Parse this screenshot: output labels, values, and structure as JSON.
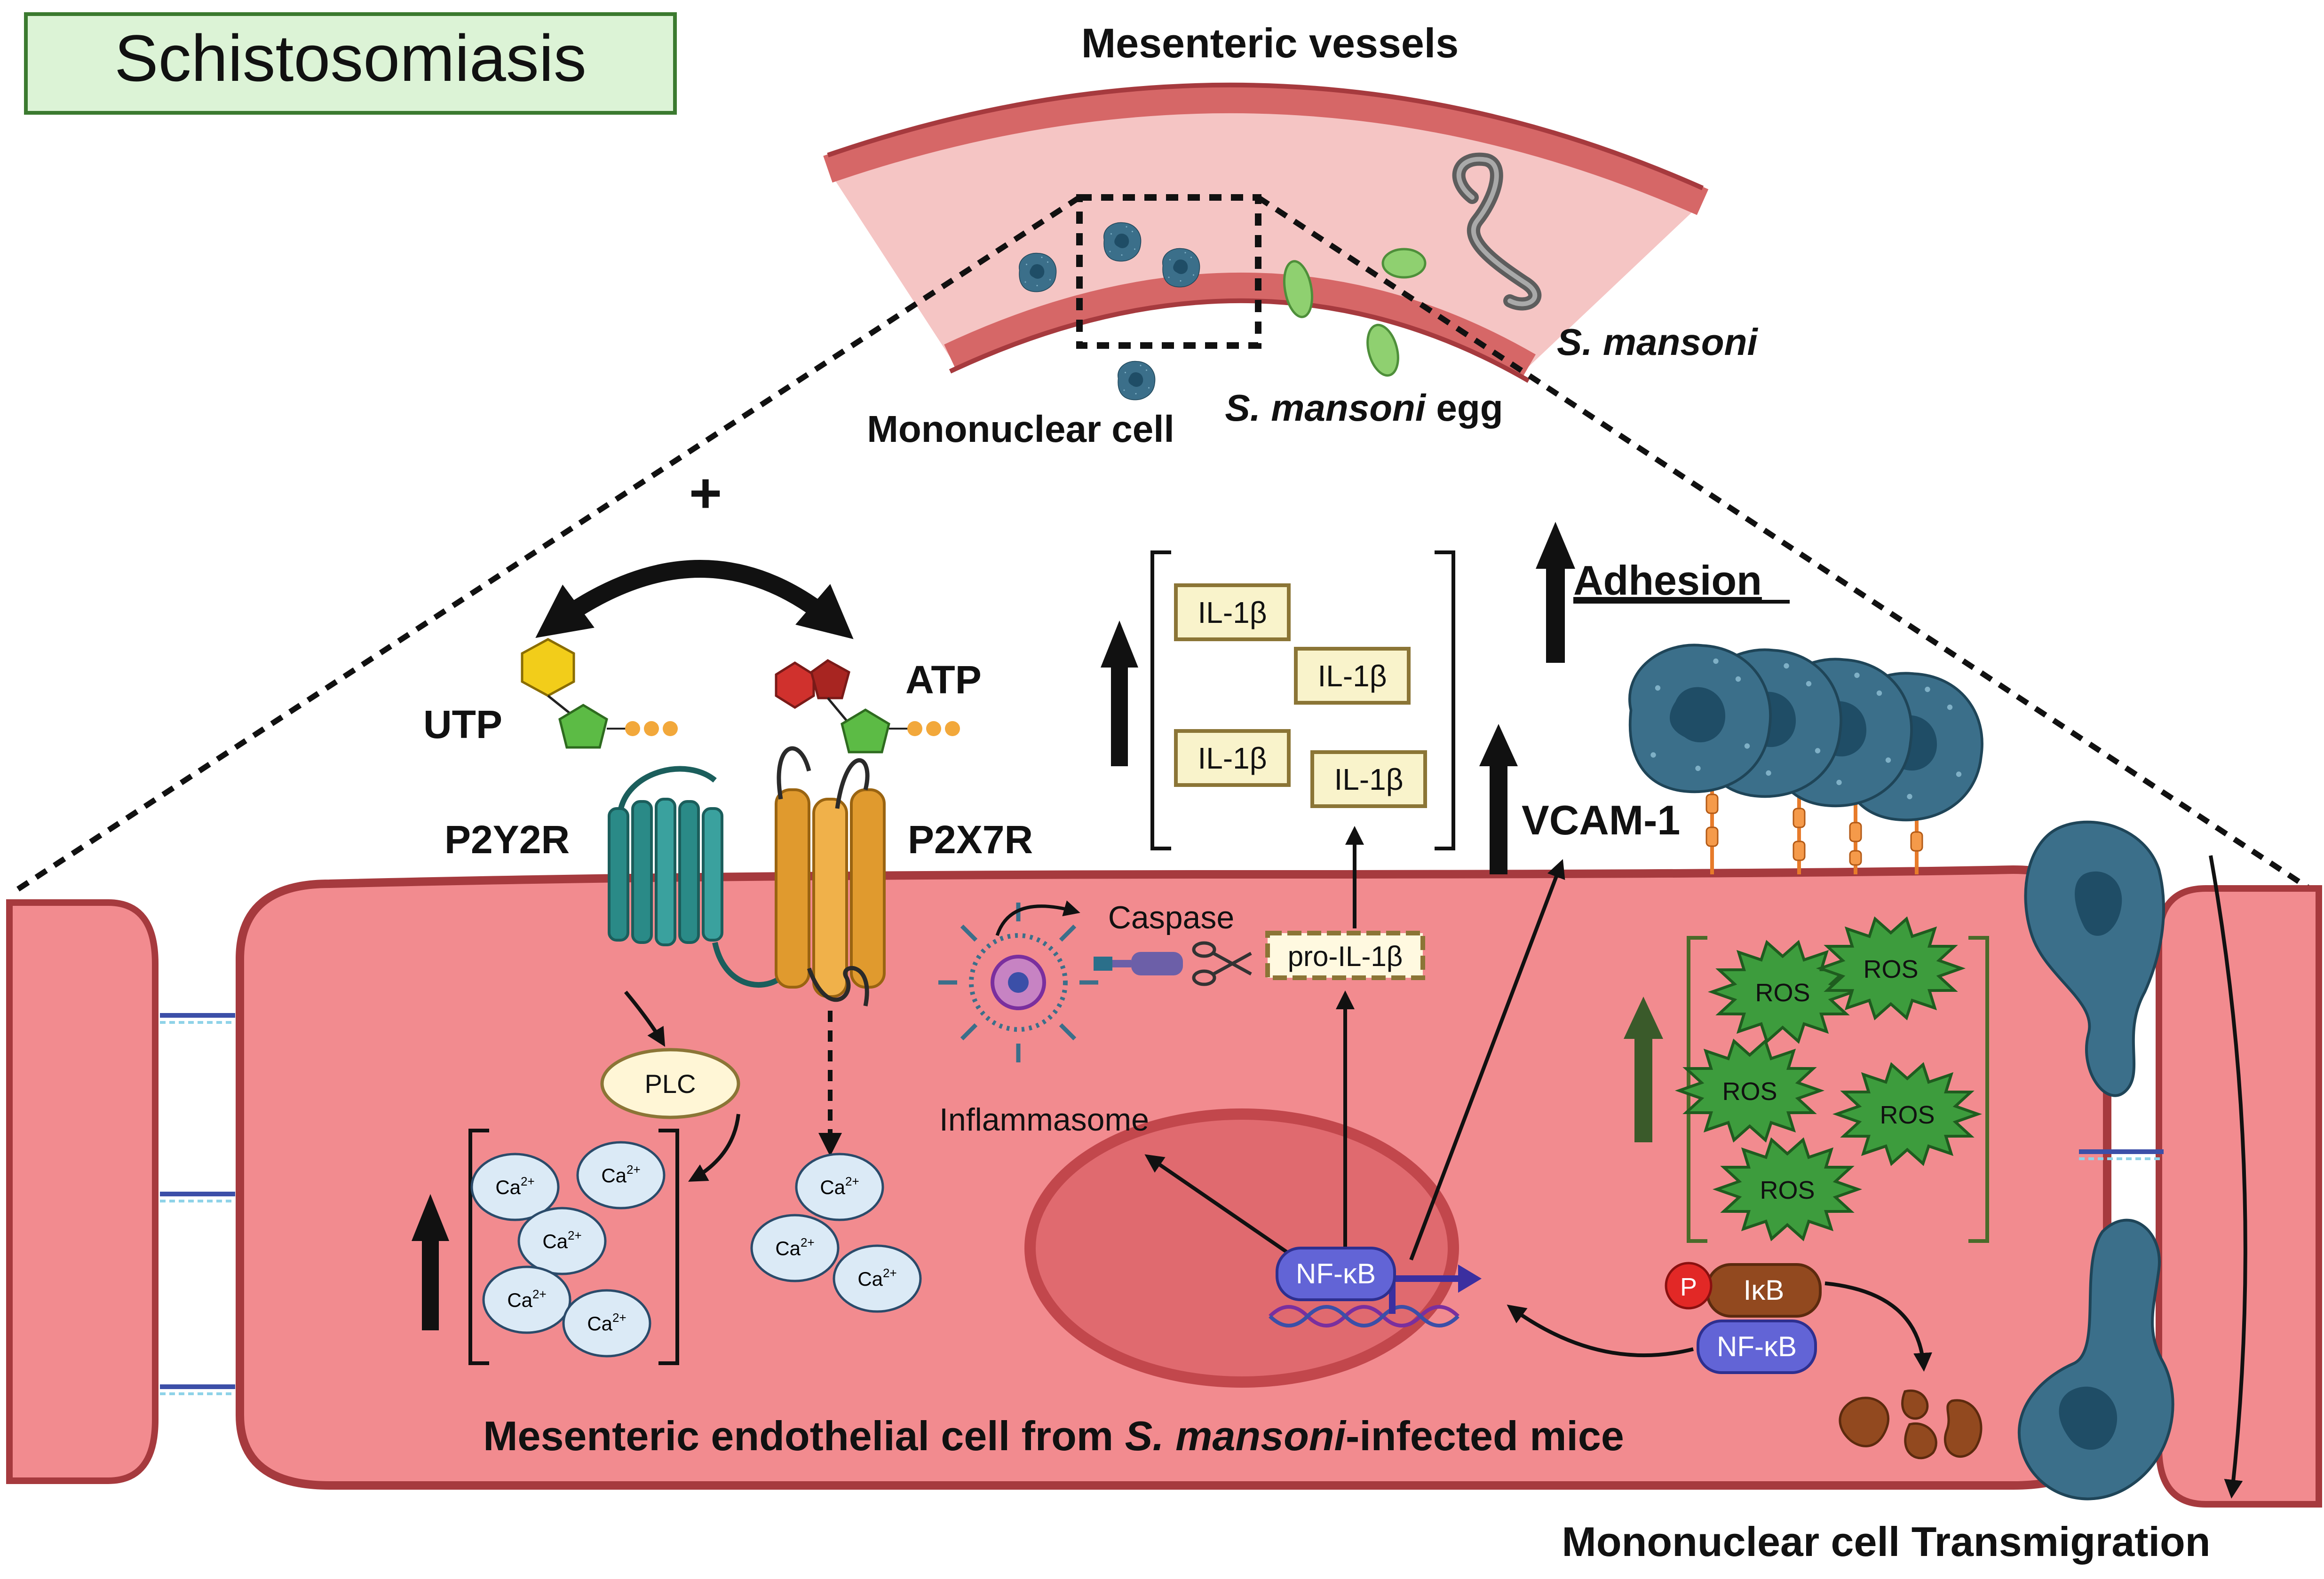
{
  "title": "Schistosomiasis",
  "labels": {
    "vessels": "Mesenteric vessels",
    "s_mansoni": "S. mansoni",
    "mononuclear_cell": "Mononuclear cell",
    "egg_italic": "S. mansoni",
    "egg_rest": " egg",
    "utp": "UTP",
    "atp": "ATP",
    "p2y2r": "P2Y2R",
    "p2x7r": "P2X7R",
    "plus": "+",
    "adhesion": "Adhesion",
    "vcam1": "VCAM-1",
    "il1b": "IL-1β",
    "pro_il1b": "pro-IL-1β",
    "caspase": "Caspase",
    "inflammasome": "Inflammasome",
    "plc": "PLC",
    "ca_base": "Ca",
    "ca_sup": "2+",
    "ros": "ROS",
    "nfkb": "NF-κB",
    "ikb": "IκB",
    "p": "P",
    "cell_pre": "Mesenteric endothelial cell from ",
    "cell_italic": "S. mansoni",
    "cell_post": "-infected mice",
    "transmigration": "Mononuclear cell Transmigration"
  },
  "colors": {
    "title_bg": "#dcf3d6",
    "title_border": "#3b7a2f",
    "cell_fill": "#f28b8f",
    "cell_border": "#a63a3e",
    "nucleus_fill": "#e06a6f",
    "vessel_lumen": "#f5c5c4",
    "vessel_wall": "#d66767",
    "p2y2r": "#2a8a87",
    "p2x7r": "#e09a2e",
    "utp_hex": "#f2cd1a",
    "atp_red": "#d0312d",
    "ribose": "#5cbb45",
    "phosphate": "#f2a83b",
    "il_box_fill": "#f9f3cb",
    "il_box_border": "#8b7536",
    "ca_fill": "#dbeaf6",
    "ca_border": "#2b4b6a",
    "ros_fill": "#3d9c3d",
    "ros_border": "#1f5c1f",
    "nfkb_fill": "#6264d6",
    "ikb_fill": "#92491f",
    "phospho_red": "#e22826",
    "mono_cell": "#3b6f8a",
    "egg_green": "#8fd070",
    "dna_purple": "#7a2f9e"
  }
}
